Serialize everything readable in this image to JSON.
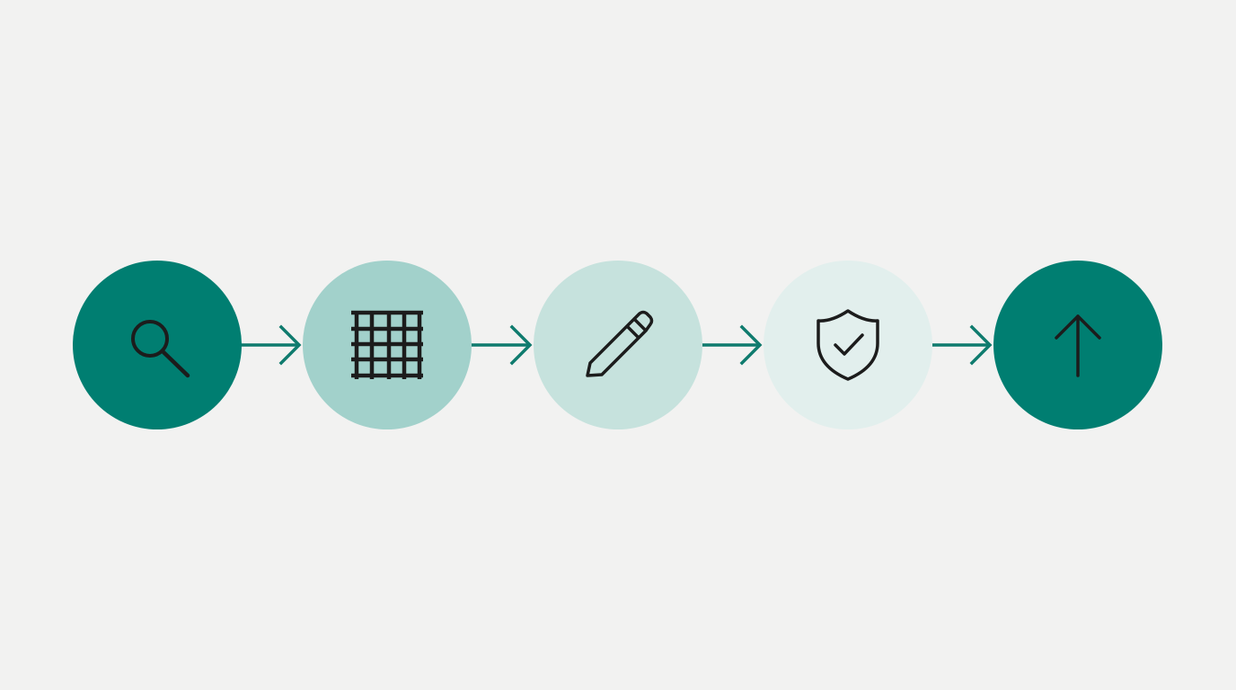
{
  "background": "#f2f2f1",
  "icon_stroke": "#1c1c1c",
  "arrow_color": "#0f7b6e",
  "steps": [
    {
      "icon": "search-icon",
      "fill": "#007e71"
    },
    {
      "icon": "grid-icon",
      "fill": "#a2d1cb"
    },
    {
      "icon": "pencil-icon",
      "fill": "#c6e2dd"
    },
    {
      "icon": "shield-check-icon",
      "fill": "#e2efed"
    },
    {
      "icon": "arrow-up-icon",
      "fill": "#007e71"
    }
  ],
  "connectors": [
    {
      "from": 0,
      "to": 1
    },
    {
      "from": 1,
      "to": 2
    },
    {
      "from": 2,
      "to": 3
    },
    {
      "from": 3,
      "to": 4
    }
  ]
}
